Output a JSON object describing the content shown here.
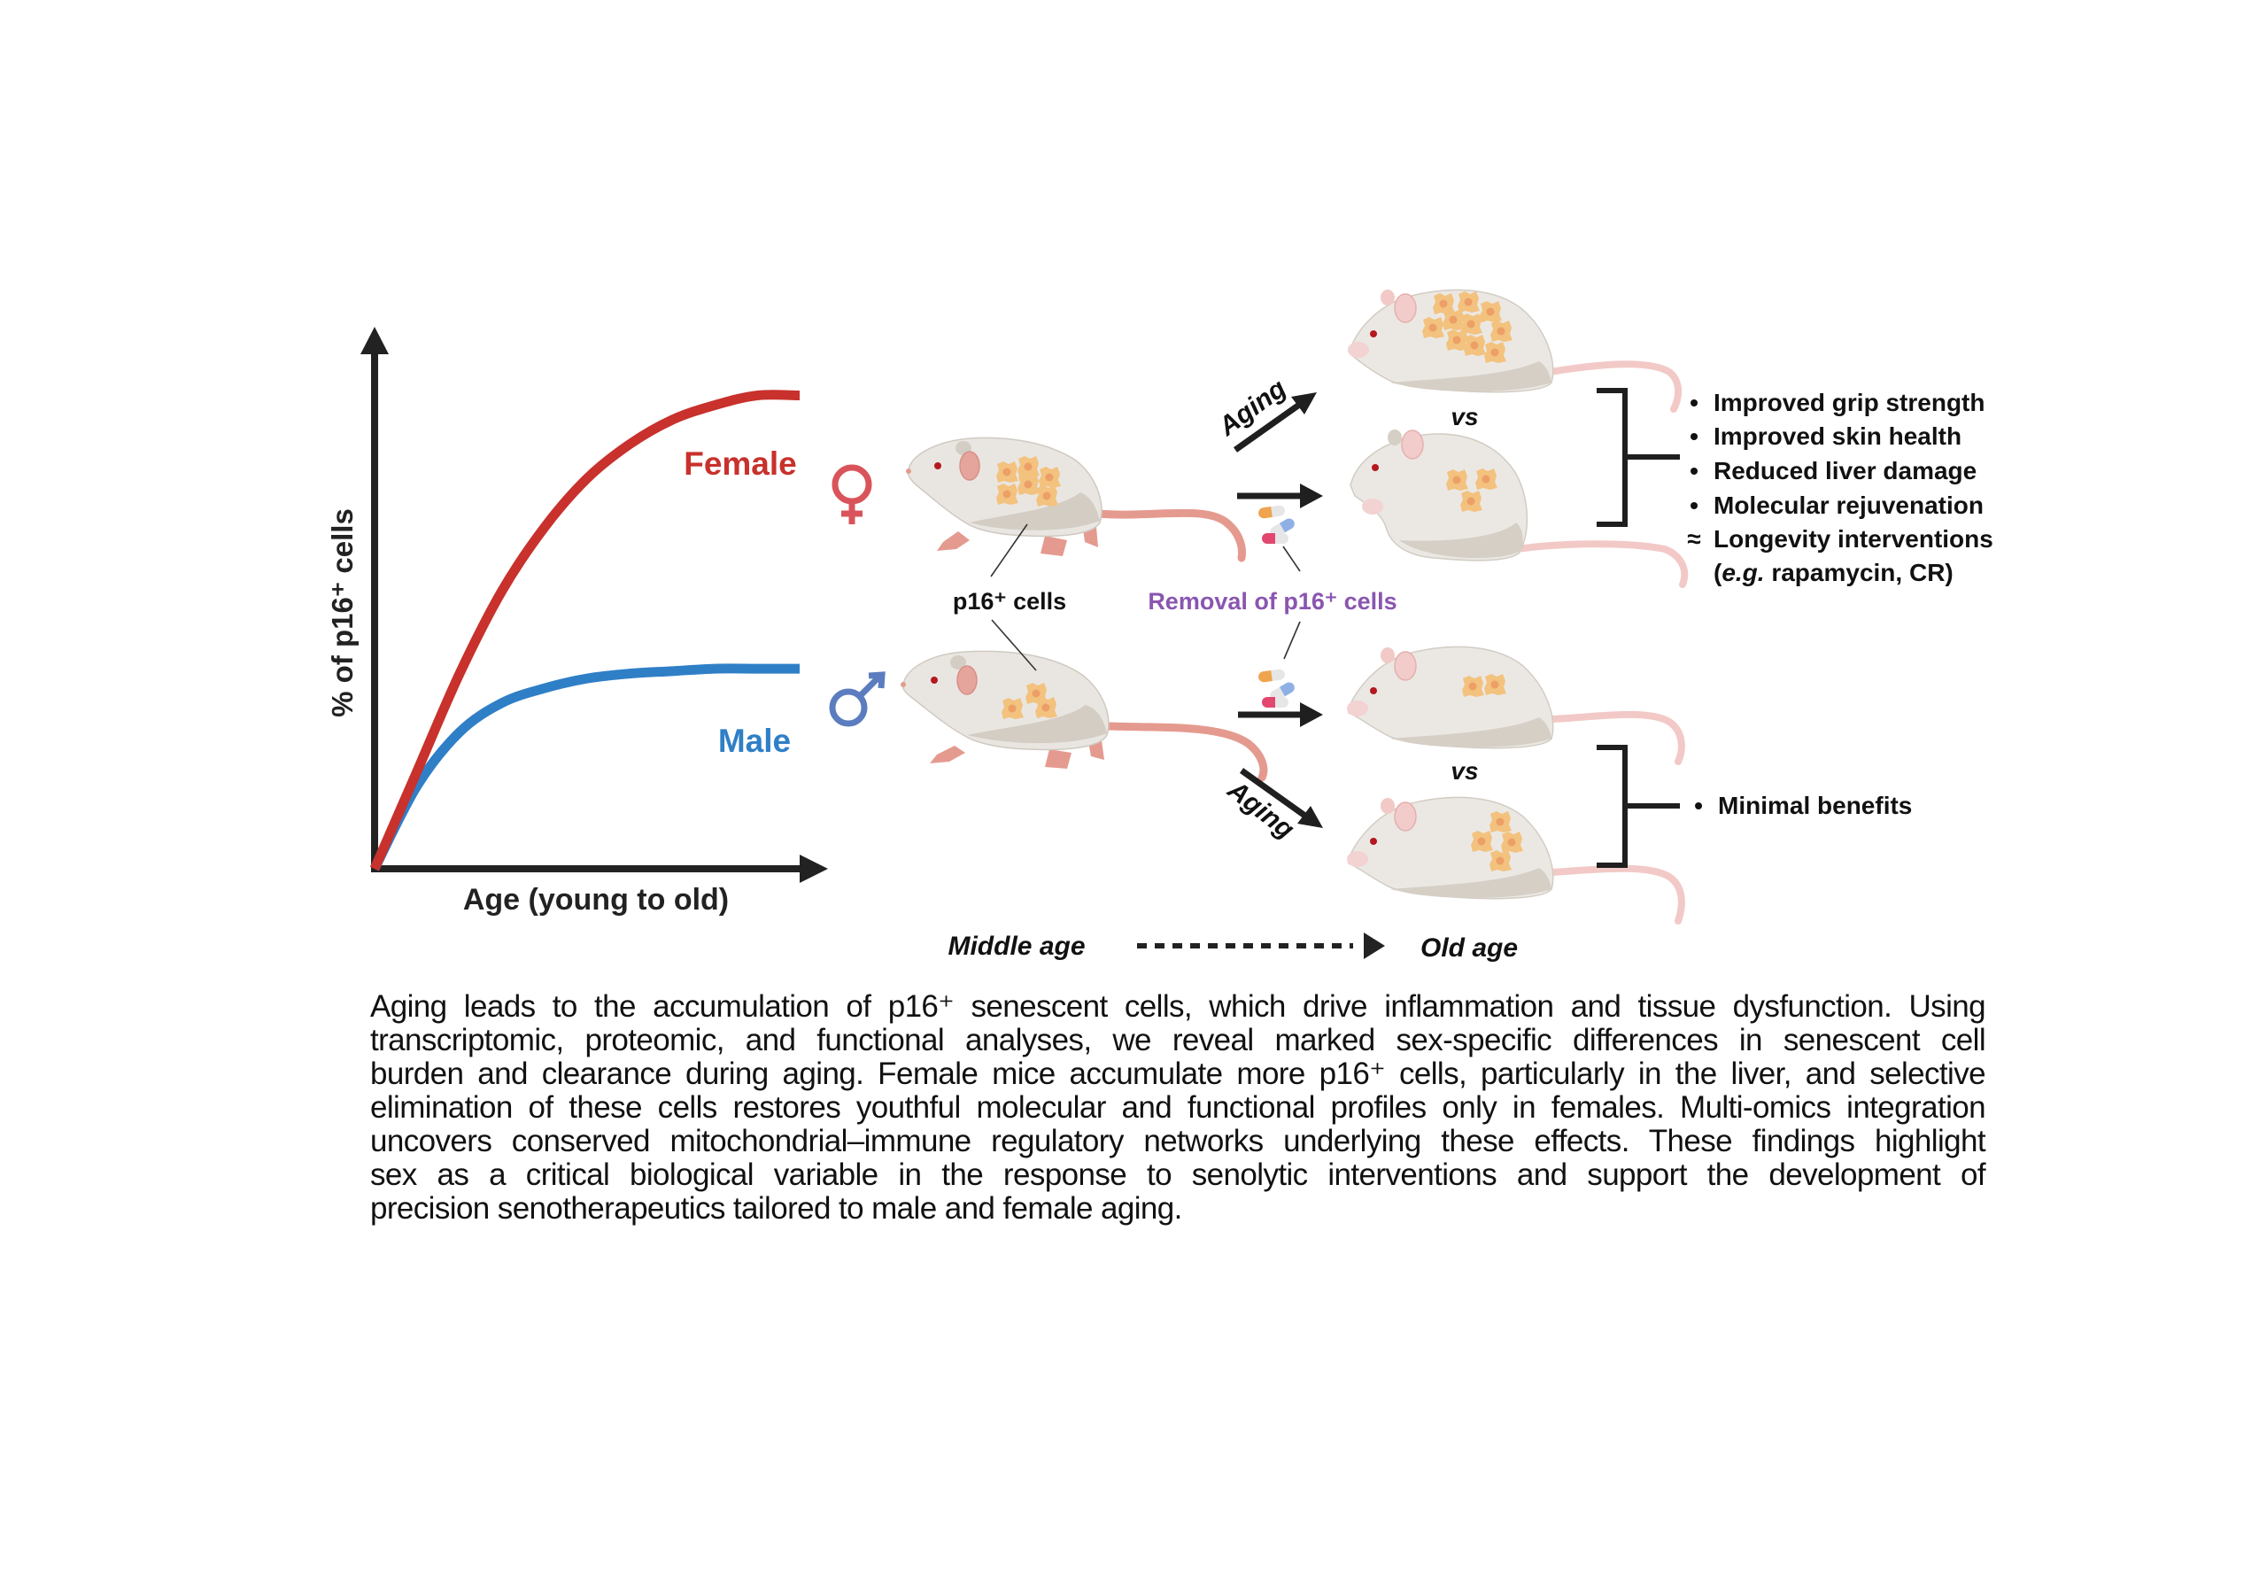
{
  "chart": {
    "y_axis_label": "% of p16⁺ cells",
    "x_axis_label": "Age (young to old)",
    "series": [
      {
        "name": "Female",
        "color": "#c8312c",
        "symbol": "female-symbol",
        "symbol_color": "#d9545a"
      },
      {
        "name": "Male",
        "color": "#2f7fc7",
        "symbol": "male-symbol",
        "symbol_color": "#5b7dbf"
      }
    ]
  },
  "chart_data": {
    "type": "line",
    "title": "",
    "xlabel": "Age (young to old)",
    "ylabel": "% of p16⁺ cells",
    "xlim": [
      0,
      1
    ],
    "ylim": [
      0,
      1
    ],
    "grid": false,
    "legend": "inline labels at right end of curves",
    "x": [
      0,
      0.1,
      0.2,
      0.3,
      0.4,
      0.5,
      0.6,
      0.7,
      0.8,
      0.9,
      1.0
    ],
    "series": [
      {
        "name": "Female",
        "values": [
          0,
          0.2,
          0.4,
          0.57,
          0.7,
          0.8,
          0.87,
          0.92,
          0.95,
          0.97,
          0.97
        ]
      },
      {
        "name": "Male",
        "values": [
          0,
          0.17,
          0.28,
          0.34,
          0.37,
          0.39,
          0.4,
          0.405,
          0.41,
          0.41,
          0.41
        ]
      }
    ]
  },
  "diagram": {
    "p16_cells_label": "p16⁺ cells",
    "removal_label": "Removal of p16⁺ cells",
    "removal_color": "#8a56b0",
    "aging_label": "Aging",
    "vs_label": "vs",
    "timeline": {
      "start": "Middle age",
      "end": "Old age"
    },
    "female_benefits": [
      {
        "marker": "•",
        "text": "Improved grip strength"
      },
      {
        "marker": "•",
        "text": "Improved skin health"
      },
      {
        "marker": "•",
        "text": "Reduced liver damage"
      },
      {
        "marker": "•",
        "text": "Molecular rejuvenation"
      },
      {
        "marker": "≈",
        "text": "Longevity interventions"
      }
    ],
    "female_benefits_note_prefix": "(",
    "female_benefits_note_italic": "e.g.",
    "female_benefits_note_rest": " rapamycin, CR)",
    "male_benefits": [
      {
        "marker": "•",
        "text": "Minimal benefits"
      }
    ],
    "mice": {
      "female_middle_age_p16_cells": 6,
      "female_old_aging_p16_cells": 10,
      "female_old_treated_p16_cells": 3,
      "male_middle_age_p16_cells": 3,
      "male_old_treated_p16_cells": 2,
      "male_old_aging_p16_cells": 4
    },
    "colors": {
      "fur": "#e9e6e2",
      "fur_shadow": "#d3cdc4",
      "skin": "#e59a8f",
      "old_skin": "#f2c9c6",
      "cell": "#f3c27e",
      "cell_core": "#ec9f66",
      "eye": "#b3191f",
      "ink": "#1f1f1f"
    }
  },
  "abstract": {
    "lines": [
      "Aging leads to the accumulation of p16⁺ senescent cells, which drive inflammation and tissue dysfunction. Using",
      "transcriptomic, proteomic, and functional analyses, we reveal marked sex-specific differences in senescent cell",
      "burden and clearance during aging. Female mice accumulate more p16⁺ cells, particularly in the liver, and selective",
      "elimination of these cells restores youthful molecular and functional profiles only in females. Multi-omics integration",
      "uncovers conserved mitochondrial–immune regulatory networks underlying these effects. These findings highlight",
      "sex as a critical biological variable in the response to senolytic interventions and support the development of",
      "precision senotherapeutics tailored to male and female aging."
    ]
  }
}
